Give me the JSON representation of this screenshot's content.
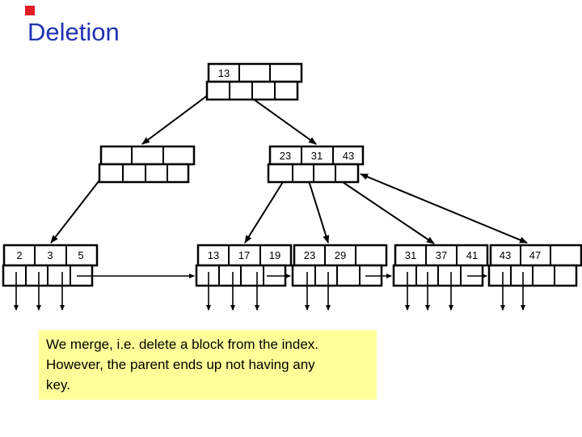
{
  "slide": {
    "title": "Deletion",
    "title_color": "#2233B3",
    "bullet_color": "#E31B23"
  },
  "note_box": {
    "bg_color": "#FFFF99",
    "text": "We merge, i.e. delete a block from the index. However, the parent ends up not having any key.",
    "lines": [
      "We merge, i.e. delete a block from the index.",
      "However, the parent ends up not having any",
      "key."
    ]
  },
  "tree": {
    "root": {
      "keys": [
        "13",
        "",
        ""
      ]
    },
    "internal_left": {
      "keys": [
        "",
        "",
        ""
      ]
    },
    "internal_right": {
      "keys": [
        "23",
        "31",
        "43"
      ]
    },
    "leaves": [
      {
        "keys": [
          "2",
          "3",
          "5"
        ]
      },
      {
        "keys": [
          "13",
          "17",
          "19"
        ]
      },
      {
        "keys": [
          "23",
          "29",
          ""
        ]
      },
      {
        "keys": [
          "31",
          "37",
          "41"
        ]
      },
      {
        "keys": [
          "43",
          "47",
          ""
        ]
      }
    ]
  }
}
